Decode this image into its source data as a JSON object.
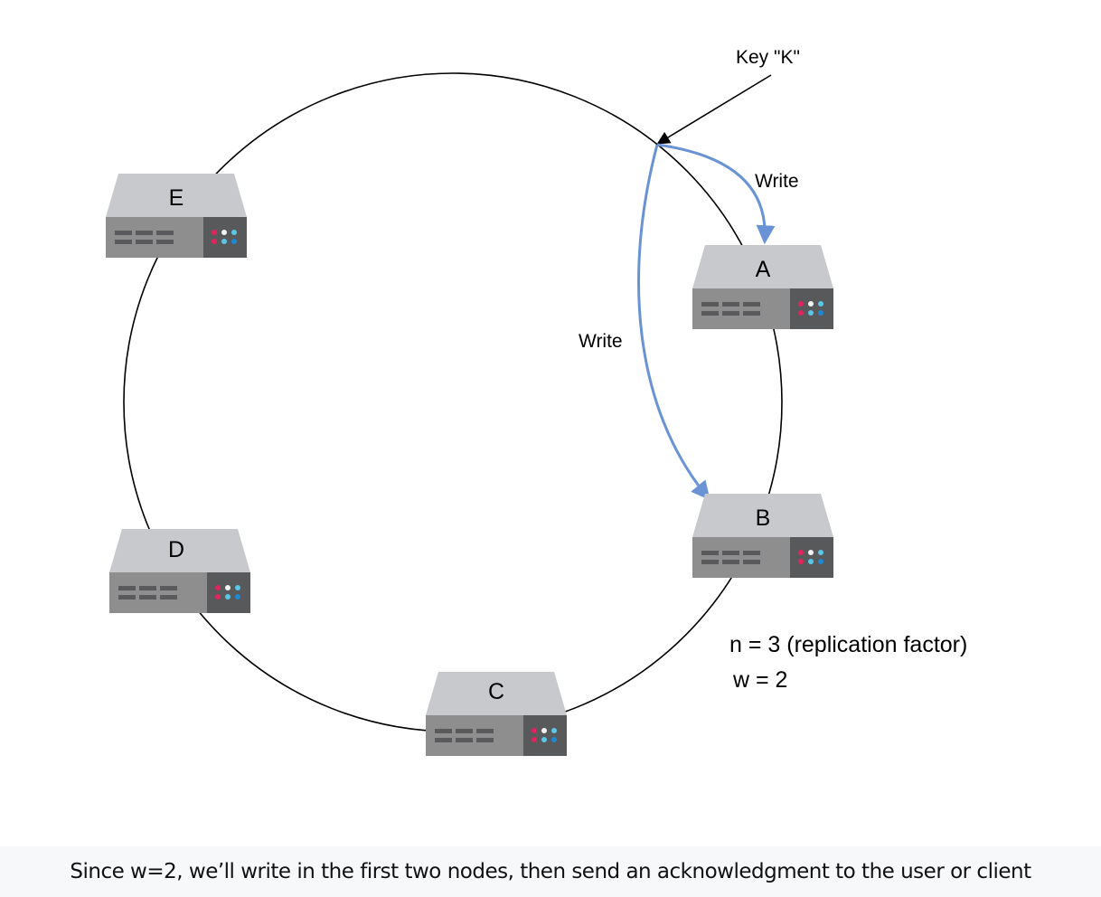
{
  "diagram": {
    "key_label": "Key \"K\"",
    "write_label_a": "Write",
    "write_label_b": "Write",
    "params": {
      "replication": "n = 3 (replication factor)",
      "write_quorum": "w = 2"
    },
    "nodes": [
      {
        "id": "A",
        "label": "A"
      },
      {
        "id": "B",
        "label": "B"
      },
      {
        "id": "C",
        "label": "C"
      },
      {
        "id": "D",
        "label": "D"
      },
      {
        "id": "E",
        "label": "E"
      }
    ],
    "colors": {
      "server_top": "#c8c9cc",
      "server_front": "#8e8e8f",
      "server_panel": "#58595b",
      "led_red": "#e0245e",
      "led_white": "#f2f2f2",
      "led_blue": "#1e88d2",
      "led_lightblue": "#5bc7e8",
      "write_arrow": "#6a93d6"
    }
  },
  "caption": "Since w=2, we’ll write in the first two nodes, then send an acknowledgment to the user or client"
}
